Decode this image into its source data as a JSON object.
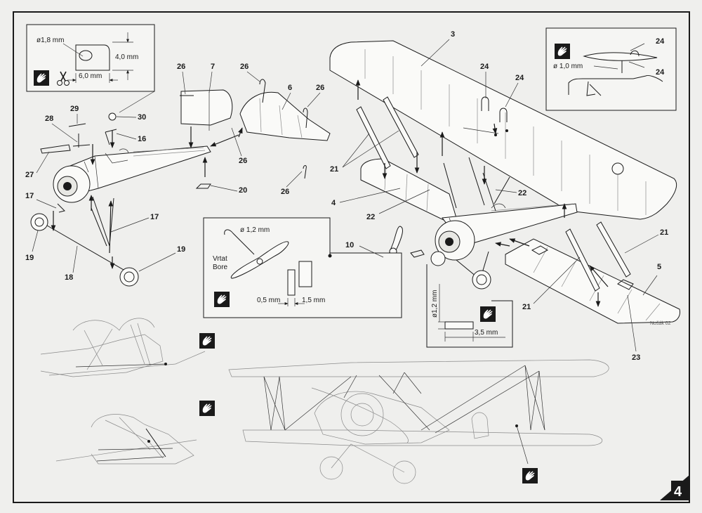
{
  "page": {
    "number": "4"
  },
  "part_labels": {
    "p3": "3",
    "p4": "4",
    "p5": "5",
    "p6": "6",
    "p7": "7",
    "p10": "10",
    "p16": "16",
    "p17a": "17",
    "p17b": "17",
    "p18": "18",
    "p19a": "19",
    "p19b": "19",
    "p20": "20",
    "p21a": "21",
    "p21b": "21",
    "p21c": "21",
    "p22a": "22",
    "p22b": "22",
    "p23": "23",
    "p24a": "24",
    "p24b": "24",
    "p24c": "24",
    "p24d": "24",
    "p26a": "26",
    "p26b": "26",
    "p26c": "26",
    "p26d": "26",
    "p27": "27",
    "p28": "28",
    "p29": "29",
    "p30": "30"
  },
  "inset_top_left": {
    "diameter": "ø1,8 mm",
    "height": "4,0 mm",
    "width": "6,0 mm"
  },
  "inset_top_right": {
    "diameter": "ø 1,0 mm"
  },
  "inset_propeller": {
    "diameter": "ø 1,2 mm",
    "note_line1": "Vrtat",
    "note_line2": "Bore",
    "dim_left": "0,5 mm",
    "dim_right": "1,5 mm"
  },
  "inset_axle": {
    "diameter": "ø1,2 mm",
    "length": "3,5 mm"
  },
  "signature": "Nošák 02",
  "icons": [
    "hand-glue-icon",
    "scissors-icon"
  ]
}
